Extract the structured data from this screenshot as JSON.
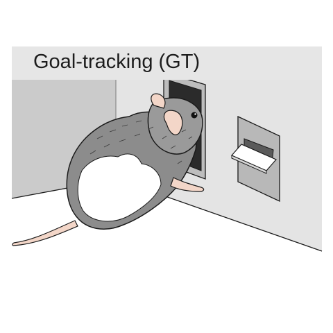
{
  "title": "Goal-tracking (GT)",
  "colors": {
    "back_wall": "#cbcbcb",
    "side_wall": "#e4e4e4",
    "floor": "#ffffff",
    "title_band": "#e6e6e6",
    "panel": "#b8b8b8",
    "rat_fur_dark": "#8c8c8c",
    "rat_fur_light": "#ffffff",
    "rat_skin": "#f3d6c8",
    "outline": "#1a1a1a"
  },
  "icons": {
    "animal": "rat-illustration",
    "food_port": "food-magazine",
    "lever": "retractable-lever"
  }
}
